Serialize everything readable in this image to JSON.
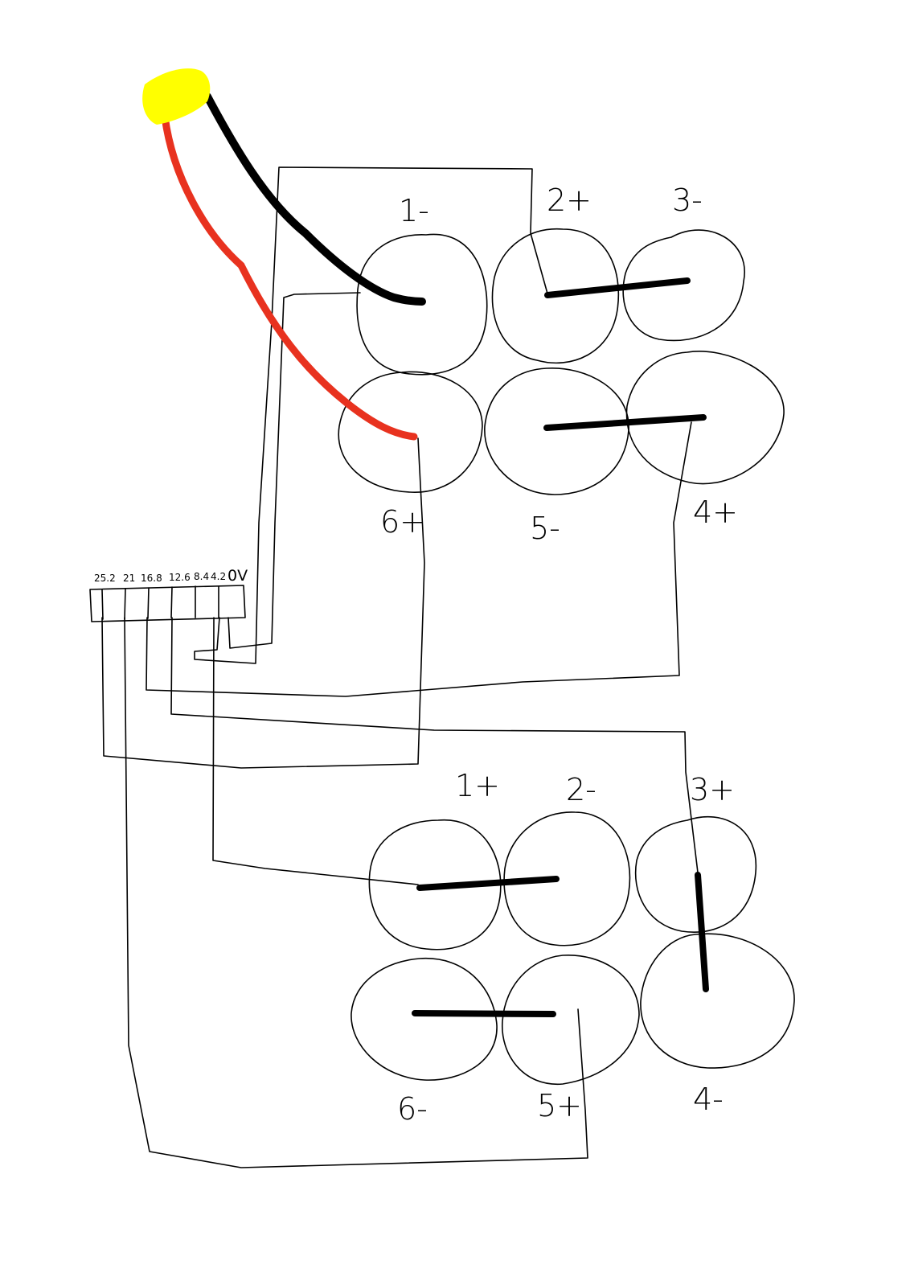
{
  "connector": {
    "pins": [
      "25.2",
      "21",
      "16.8",
      "12.6",
      "8.4",
      "4.2",
      "0V"
    ]
  },
  "top_pack": {
    "labels": [
      "1-",
      "2+",
      "3-",
      "6+",
      "5-",
      "4+"
    ]
  },
  "bottom_pack": {
    "labels": [
      "1+",
      "2-",
      "3+",
      "6-",
      "5+",
      "4-"
    ]
  },
  "colors": {
    "background": "#ffffff",
    "line": "#000000",
    "positive_lead": "#e8321f",
    "negative_lead": "#000000",
    "plug": "#ffff00"
  }
}
